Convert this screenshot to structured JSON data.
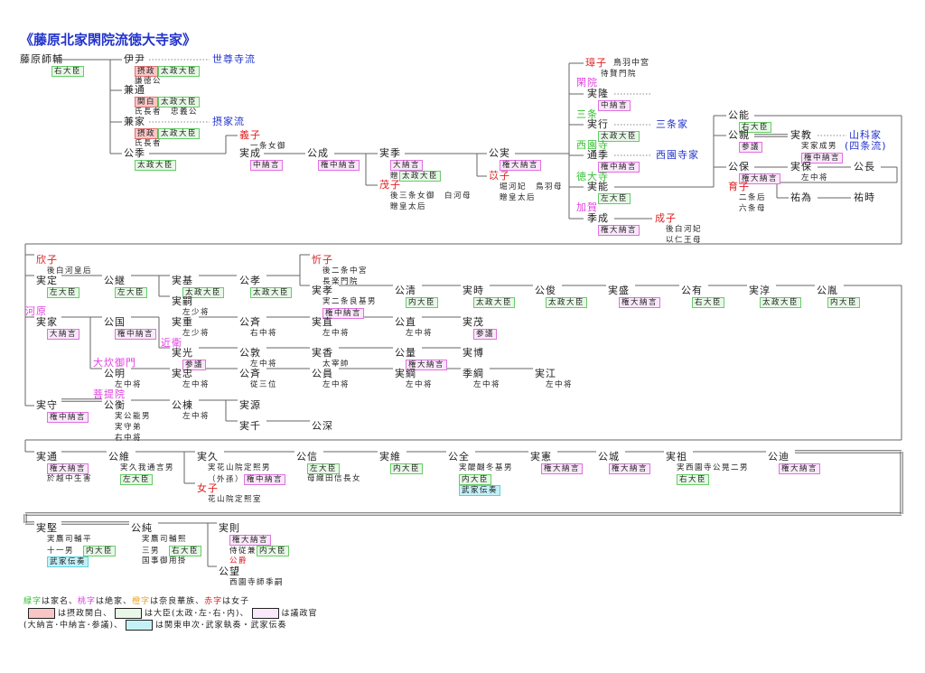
{
  "title": "《藤原北家閑院流徳大寺家》",
  "colors": {
    "green": "#33c033",
    "magenta": "#e040e0",
    "orange": "#f0a020",
    "red": "#e02020",
    "blue": "#2233cc"
  },
  "nodes": [
    {
      "n": "藤原師輔",
      "notes": [
        [
          {
            "t": "右大臣",
            "box": "green"
          }
        ]
      ]
    },
    {
      "n": "伊尹",
      "notes": [
        [
          {
            "t": "摂政",
            "box": "red"
          },
          {
            "t": "太政大臣",
            "box": "green"
          }
        ],
        [
          "謙徳公"
        ]
      ]
    },
    {
      "n": "世尊寺流",
      "c": "blue"
    },
    {
      "n": "兼通",
      "notes": [
        [
          {
            "t": "関白",
            "box": "red"
          },
          {
            "t": "太政大臣",
            "box": "green"
          }
        ],
        [
          "氏長者　忠義公"
        ]
      ]
    },
    {
      "n": "兼家",
      "notes": [
        [
          {
            "t": "摂政",
            "box": "red"
          },
          {
            "t": "太政大臣",
            "box": "green"
          }
        ],
        [
          "氏長者"
        ]
      ]
    },
    {
      "n": "摂家流",
      "c": "blue"
    },
    {
      "n": "公季",
      "notes": [
        [
          {
            "t": "太政大臣",
            "box": "green"
          }
        ]
      ]
    },
    {
      "n": "義子",
      "c": "red",
      "notes": [
        [
          "一条女御"
        ]
      ]
    },
    {
      "n": "実成",
      "notes": [
        [
          {
            "t": "中納言",
            "box": "pink"
          }
        ]
      ]
    },
    {
      "n": "公成",
      "notes": [
        [
          {
            "t": "権中納言",
            "box": "pink"
          }
        ]
      ]
    },
    {
      "n": "実季",
      "notes": [
        [
          {
            "t": "大納言",
            "box": "pink"
          }
        ],
        [
          "贈",
          {
            "t": "太政大臣",
            "box": "green"
          }
        ]
      ]
    },
    {
      "n": "茂子",
      "c": "red",
      "notes": [
        [
          "後三条女御　白河母"
        ],
        [
          "贈皇太后"
        ]
      ]
    },
    {
      "n": "公実",
      "notes": [
        [
          {
            "t": "権大納言",
            "box": "pink"
          }
        ]
      ]
    },
    {
      "n": "苡子",
      "c": "red",
      "notes": [
        [
          "堀河妃　鳥羽母"
        ],
        [
          "贈皇太后"
        ]
      ]
    },
    {
      "n": "璋子",
      "c": "red",
      "notes": [
        [
          "待賢門院"
        ]
      ]
    },
    {
      "n": "鳥羽中宮",
      "small": true
    },
    {
      "n": "閑院",
      "c": "magenta"
    },
    {
      "n": "実隆",
      "notes": [
        [
          {
            "t": "中納言",
            "box": "pink"
          }
        ]
      ]
    },
    {
      "n": "三条",
      "c": "green"
    },
    {
      "n": "実行",
      "notes": [
        [
          {
            "t": "太政大臣",
            "box": "green"
          }
        ]
      ]
    },
    {
      "n": "三条家",
      "c": "blue"
    },
    {
      "n": "西園寺",
      "c": "green"
    },
    {
      "n": "通季",
      "notes": [
        [
          {
            "t": "権中納言",
            "box": "pink"
          }
        ]
      ]
    },
    {
      "n": "西園寺家",
      "c": "blue"
    },
    {
      "n": "徳大寺",
      "c": "green"
    },
    {
      "n": "実能",
      "notes": [
        [
          {
            "t": "左大臣",
            "box": "green"
          }
        ]
      ]
    },
    {
      "n": "加賀",
      "c": "magenta"
    },
    {
      "n": "季成",
      "notes": [
        [
          {
            "t": "権大納言",
            "box": "pink"
          }
        ]
      ]
    },
    {
      "n": "成子",
      "c": "red",
      "notes": [
        [
          "後白河妃"
        ],
        [
          "以仁王母"
        ]
      ]
    },
    {
      "n": "公能",
      "notes": [
        [
          {
            "t": "右大臣",
            "box": "green"
          }
        ]
      ]
    },
    {
      "n": "公親",
      "notes": [
        [
          {
            "t": "参議",
            "box": "pink"
          }
        ]
      ]
    },
    {
      "n": "実教",
      "notes": [
        [
          "実家成男"
        ],
        [
          {
            "t": "権中納言",
            "box": "pink"
          }
        ]
      ]
    },
    {
      "n": "山科家",
      "c": "blue"
    },
    {
      "n": "(四条流)",
      "c": "blue"
    },
    {
      "n": "公保",
      "notes": [
        [
          {
            "t": "権大納言",
            "box": "pink"
          }
        ]
      ]
    },
    {
      "n": "実保",
      "notes": [
        [
          "左中将"
        ]
      ]
    },
    {
      "n": "公長"
    },
    {
      "n": "育子",
      "c": "red",
      "notes": [
        [
          "二条后"
        ],
        [
          "六条母"
        ]
      ]
    },
    {
      "n": "祐為"
    },
    {
      "n": "祐時"
    },
    {
      "n": "欣子",
      "c": "red",
      "notes": [
        [
          "後白河皇后"
        ]
      ]
    },
    {
      "n": "実定",
      "notes": [
        [
          {
            "t": "左大臣",
            "box": "green"
          }
        ]
      ]
    },
    {
      "n": "公継",
      "notes": [
        [
          {
            "t": "左大臣",
            "box": "green"
          }
        ]
      ]
    },
    {
      "n": "実基",
      "notes": [
        [
          {
            "t": "太政大臣",
            "box": "green"
          }
        ]
      ]
    },
    {
      "n": "実嗣",
      "notes": [
        [
          "左少将"
        ]
      ]
    },
    {
      "n": "公孝",
      "notes": [
        [
          {
            "t": "太政大臣",
            "box": "green"
          }
        ]
      ]
    },
    {
      "n": "忻子",
      "c": "red",
      "notes": [
        [
          "後二条中宮"
        ],
        [
          "長楽門院"
        ]
      ]
    },
    {
      "n": "実孝",
      "notes": [
        [
          "実二条良基男"
        ],
        [
          {
            "t": "権中納言",
            "box": "pink"
          }
        ]
      ]
    },
    {
      "n": "公清",
      "notes": [
        [
          {
            "t": "内大臣",
            "box": "green"
          }
        ]
      ]
    },
    {
      "n": "実時",
      "notes": [
        [
          {
            "t": "太政大臣",
            "box": "green"
          }
        ]
      ]
    },
    {
      "n": "公俊",
      "notes": [
        [
          {
            "t": "太政大臣",
            "box": "green"
          }
        ]
      ]
    },
    {
      "n": "実盛",
      "notes": [
        [
          {
            "t": "権大納言",
            "box": "pink"
          }
        ]
      ]
    },
    {
      "n": "公有",
      "notes": [
        [
          {
            "t": "右大臣",
            "box": "green"
          }
        ]
      ]
    },
    {
      "n": "実淳",
      "notes": [
        [
          {
            "t": "太政大臣",
            "box": "green"
          }
        ]
      ]
    },
    {
      "n": "公胤",
      "notes": [
        [
          {
            "t": "内大臣",
            "box": "green"
          }
        ]
      ]
    },
    {
      "n": "河原",
      "c": "magenta"
    },
    {
      "n": "実家",
      "notes": [
        [
          {
            "t": "大納言",
            "box": "pink"
          }
        ]
      ]
    },
    {
      "n": "公国",
      "notes": [
        [
          {
            "t": "権中納言",
            "box": "pink"
          }
        ]
      ]
    },
    {
      "n": "実重",
      "notes": [
        [
          "左少将"
        ]
      ]
    },
    {
      "n": "公斉",
      "notes": [
        [
          "右中将"
        ]
      ]
    },
    {
      "n": "実直",
      "notes": [
        [
          "左中将"
        ]
      ]
    },
    {
      "n": "公直",
      "notes": [
        [
          "左中将"
        ]
      ]
    },
    {
      "n": "実茂",
      "notes": [
        [
          {
            "t": "参議",
            "box": "pink"
          }
        ]
      ]
    },
    {
      "n": "近衛",
      "c": "magenta"
    },
    {
      "n": "実光",
      "notes": [
        [
          {
            "t": "参議",
            "box": "pink"
          }
        ]
      ]
    },
    {
      "n": "公敦",
      "notes": [
        [
          "左中将"
        ]
      ]
    },
    {
      "n": "実香",
      "notes": [
        [
          "太宰帥"
        ]
      ]
    },
    {
      "n": "公量",
      "notes": [
        [
          {
            "t": "権大納言",
            "box": "pink"
          }
        ]
      ]
    },
    {
      "n": "実博"
    },
    {
      "n": "大炊御門",
      "c": "magenta"
    },
    {
      "n": "公明",
      "notes": [
        [
          "左中将"
        ]
      ]
    },
    {
      "n": "実忠",
      "notes": [
        [
          "左中将"
        ]
      ]
    },
    {
      "n": "公斉",
      "notes": [
        [
          "従三位"
        ]
      ]
    },
    {
      "n": "公員",
      "notes": [
        [
          "左中将"
        ]
      ]
    },
    {
      "n": "実綱",
      "notes": [
        [
          "左中将"
        ]
      ]
    },
    {
      "n": "季綱",
      "notes": [
        [
          "左中将"
        ]
      ]
    },
    {
      "n": "実江",
      "notes": [
        [
          "左中将"
        ]
      ]
    },
    {
      "n": "菩提院",
      "c": "magenta"
    },
    {
      "n": "実守",
      "notes": [
        [
          {
            "t": "権中納言",
            "box": "pink"
          }
        ]
      ]
    },
    {
      "n": "公衡",
      "notes": [
        [
          "実公能男"
        ],
        [
          "実守弟"
        ],
        [
          "右中将"
        ]
      ]
    },
    {
      "n": "公棟",
      "notes": [
        [
          "左中将"
        ]
      ]
    },
    {
      "n": "実源"
    },
    {
      "n": "実千"
    },
    {
      "n": "公深"
    },
    {
      "n": "実通",
      "notes": [
        [
          {
            "t": "権大納言",
            "box": "pink"
          }
        ],
        [
          "於越中生害"
        ]
      ]
    },
    {
      "n": "公維",
      "notes": [
        [
          "実久我通言男"
        ],
        [
          {
            "t": "左大臣",
            "box": "green"
          }
        ]
      ]
    },
    {
      "n": "実久",
      "notes": [
        [
          "実花山院定熙男"
        ],
        [
          "（外孫）",
          {
            "t": "権中納言",
            "box": "pink"
          }
        ]
      ]
    },
    {
      "n": "女子",
      "c": "red",
      "notes": [
        [
          "花山院定熙室"
        ]
      ]
    },
    {
      "n": "公信",
      "notes": [
        [
          {
            "t": "左大臣",
            "box": "green"
          }
        ],
        [
          "母織田信長女"
        ]
      ]
    },
    {
      "n": "実維",
      "notes": [
        [
          {
            "t": "内大臣",
            "box": "green"
          }
        ]
      ]
    },
    {
      "n": "公全",
      "notes": [
        [
          "実醍醐冬基男"
        ],
        [
          {
            "t": "内大臣",
            "box": "green"
          }
        ],
        [
          {
            "t": "武家伝奏",
            "box": "cyan"
          }
        ]
      ]
    },
    {
      "n": "実憲",
      "notes": [
        [
          {
            "t": "権大納言",
            "box": "pink"
          }
        ]
      ]
    },
    {
      "n": "公城",
      "notes": [
        [
          {
            "t": "権大納言",
            "box": "pink"
          }
        ]
      ]
    },
    {
      "n": "実祖",
      "notes": [
        [
          "実西園寺公晃二男"
        ],
        [
          {
            "t": "右大臣",
            "box": "green"
          }
        ]
      ]
    },
    {
      "n": "公迪",
      "notes": [
        [
          {
            "t": "権大納言",
            "box": "pink"
          }
        ]
      ]
    },
    {
      "n": "実堅",
      "notes": [
        [
          "実鷹司輔平"
        ],
        [
          "十一男　",
          {
            "t": "内大臣",
            "box": "green"
          }
        ],
        [
          {
            "t": "武家伝奏",
            "box": "cyan"
          }
        ]
      ]
    },
    {
      "n": "公純",
      "notes": [
        [
          "実鷹司輔熙"
        ],
        [
          "三男　",
          {
            "t": "右大臣",
            "box": "green"
          }
        ],
        [
          "国事御用掛"
        ]
      ]
    },
    {
      "n": "実則",
      "notes": [
        [
          {
            "t": "権大納言",
            "box": "pink"
          }
        ],
        [
          "侍従兼",
          {
            "t": "内大臣",
            "box": "green"
          }
        ],
        [
          {
            "t": "公爵",
            "color": "red"
          }
        ]
      ]
    },
    {
      "n": "公望",
      "notes": [
        [
          "西園寺師季嗣"
        ]
      ]
    }
  ],
  "legend": {
    "line1": [
      {
        "t": "緑字",
        "color": "green"
      },
      {
        "t": "は家名、"
      },
      {
        "t": "桃字",
        "color": "magenta"
      },
      {
        "t": "は絶家、"
      },
      {
        "t": "橙字",
        "color": "orange"
      },
      {
        "t": "は奈良華族、"
      },
      {
        "t": "赤字",
        "color": "red"
      },
      {
        "t": "は女子"
      }
    ],
    "line2": [
      {
        "box": "red"
      },
      {
        "t": "は摂政関白、"
      },
      {
        "box": "green"
      },
      {
        "t": "は大臣(太政･左･右･内)、"
      },
      {
        "box": "pink"
      },
      {
        "t": "は議政官"
      }
    ],
    "line3": [
      {
        "t": "(大納言･中納言･参議)、"
      },
      {
        "box": "cyan"
      },
      {
        "t": "は関東申次･武家執奏・武家伝奏"
      }
    ]
  }
}
